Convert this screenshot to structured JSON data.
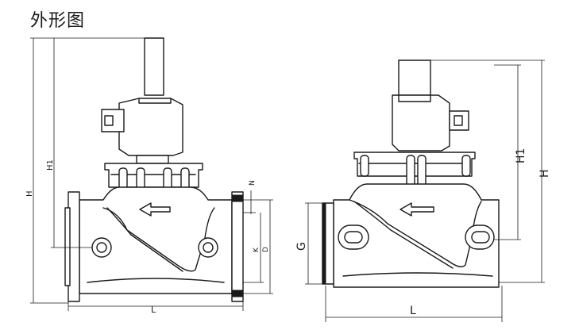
{
  "title": "外形图",
  "left_view": {
    "labels": {
      "H": "H",
      "H1": "H1",
      "N": "N",
      "K": "K",
      "D": "D",
      "L": "L"
    }
  },
  "right_view": {
    "labels": {
      "H": "H",
      "H1": "H1",
      "G": "G",
      "L": "L"
    }
  }
}
